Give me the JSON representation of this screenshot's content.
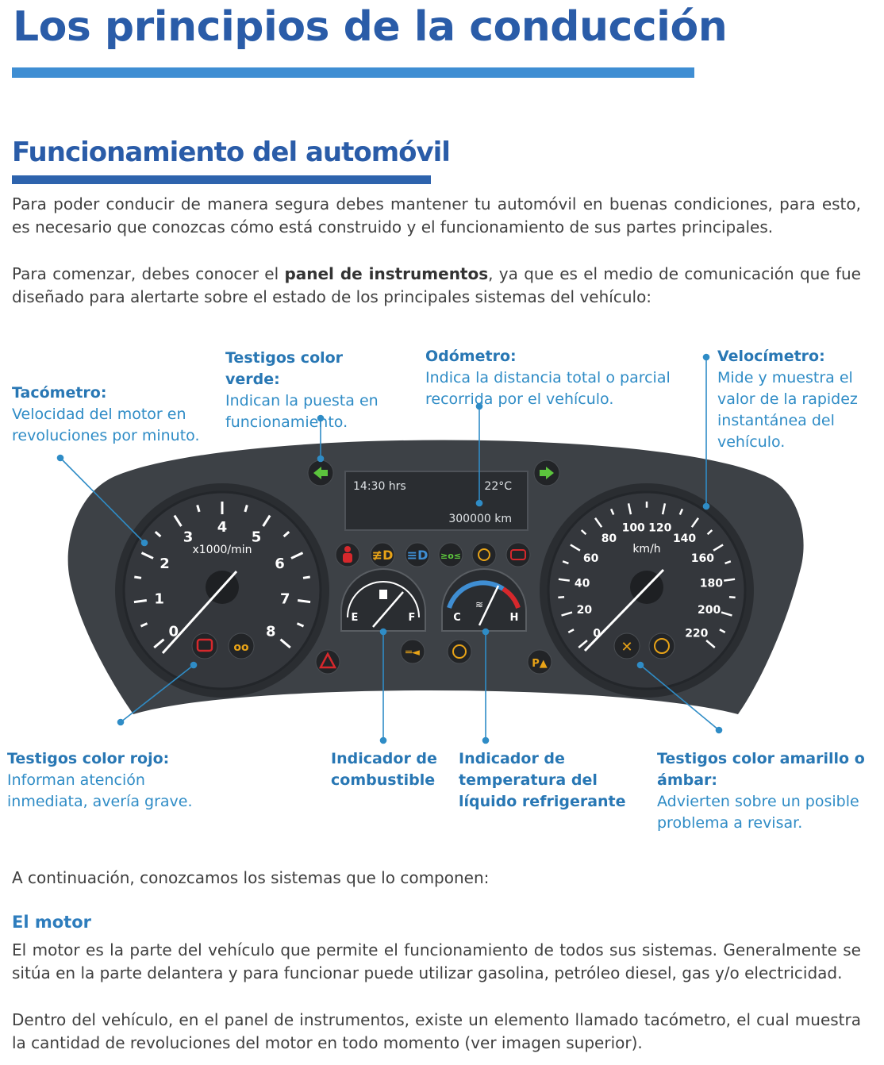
{
  "header": {
    "title": "Los principios de la conducción",
    "section_title": "Funcionamiento del automóvil"
  },
  "intro": {
    "p1": "Para poder conducir de manera segura debes mantener tu automóvil en buenas condiciones, para esto, es necesario que conozcas cómo está construido y el funcionamiento de sus partes principales.",
    "p2_before": "Para comenzar, debes conocer el ",
    "p2_bold": "panel de instrumentos",
    "p2_after": ", ya que es el medio de comunicación que fue diseñado para alertarte sobre el estado de los principales sistemas del vehículo:"
  },
  "diagram": {
    "labels": {
      "tacometro": {
        "title": "Tacómetro:",
        "text": "Velocidad del motor en revoluciones por minuto."
      },
      "verde": {
        "title": "Testigos color verde:",
        "text": "Indican la puesta en funcionamiento."
      },
      "odometro": {
        "title": "Odómetro:",
        "text": "Indica la distancia total o parcial recorrida por el vehículo."
      },
      "velocimetro": {
        "title": "Velocímetro:",
        "text": "Mide y muestra el valor de la rapidez instantánea del vehículo."
      },
      "rojo": {
        "title": "Testigos color rojo:",
        "text": "Informan atención inmediata, avería grave."
      },
      "combustible": {
        "title": "Indicador de combustible",
        "text": ""
      },
      "temperatura": {
        "title": "Indicador de temperatura del líquido refrigerante",
        "text": ""
      },
      "amarillo": {
        "title": "Testigos color amarillo o ámbar:",
        "text": "Advierten sobre un posible problema a revisar."
      }
    },
    "display": {
      "time": "14:30 hrs",
      "temp": "22°C",
      "odometer": "300000 km"
    },
    "tacho": {
      "unit": "x1000/min",
      "ticks": [
        "0",
        "1",
        "2",
        "3",
        "4",
        "5",
        "6",
        "7",
        "8"
      ]
    },
    "speedo": {
      "unit": "km/h",
      "ticks": [
        "0",
        "20",
        "40",
        "60",
        "80",
        "100",
        "120",
        "140",
        "160",
        "180",
        "200",
        "220"
      ]
    },
    "fuel": {
      "empty": "E",
      "full": "F"
    },
    "coolant": {
      "cold": "C",
      "hot": "H"
    },
    "colors": {
      "panel": "#3d4146",
      "accent": "#2f8cc6",
      "green": "#5cc53d",
      "red": "#d6282c",
      "amber": "#e8a317"
    }
  },
  "body": {
    "continue": "A continuación, conozcamos los sistemas que lo componen:",
    "motor_title": "El motor",
    "motor_p1": "El motor es la parte del vehículo que permite el funcionamiento de todos sus sistemas. Generalmente se sitúa en la parte delantera y para funcionar puede utilizar gasolina, petróleo diesel, gas y/o electricidad.",
    "motor_p2": "Dentro del vehículo, en el panel de instrumentos, existe un elemento llamado tacómetro, el cual muestra la cantidad de revoluciones del motor en todo momento (ver imagen superior)."
  }
}
